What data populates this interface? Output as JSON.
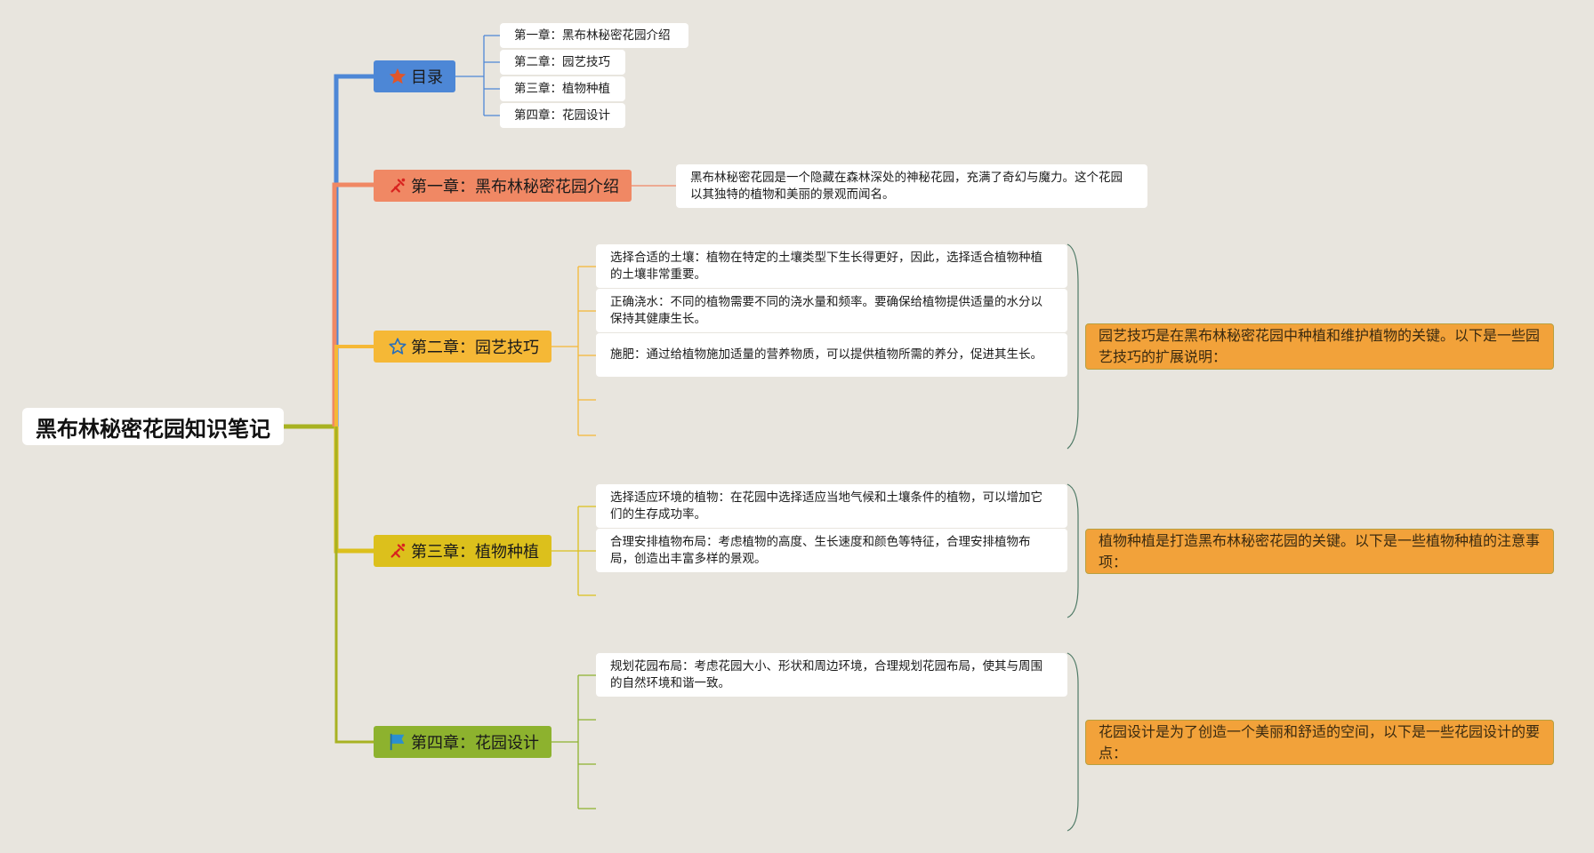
{
  "root": {
    "title": "黑布林秘密花园知识笔记"
  },
  "branches": {
    "toc": {
      "label": "目录",
      "color": "#4d87d6",
      "icon": "star-icon",
      "items": [
        "第一章：黑布林秘密花园介绍",
        "第二章：园艺技巧",
        "第三章：植物种植",
        "第四章：花园设计"
      ]
    },
    "ch1": {
      "label": "第一章：黑布林秘密花园介绍",
      "color": "#f08864",
      "icon": "tools-icon",
      "items": [
        "黑布林秘密花园是一个隐藏在森林深处的神秘花园，充满了奇幻与魔力。这个花园以其独特的植物和美丽的景观而闻名。"
      ]
    },
    "ch2": {
      "label": "第二章：园艺技巧",
      "color": "#f5b836",
      "icon": "star-outline-icon",
      "items": [
        "选择合适的土壤：植物在特定的土壤类型下生长得更好，因此，选择适合植物种植的土壤非常重要。",
        "正确浇水：不同的植物需要不同的浇水量和频率。要确保给植物提供适量的水分以保持其健康生长。",
        "施肥：通过给植物施加适量的营养物质，可以提供植物所需的养分，促进其生长。"
      ],
      "summary": "园艺技巧是在黑布林秘密花园中种植和维护植物的关键。以下是一些园艺技巧的扩展说明："
    },
    "ch3": {
      "label": "第三章：植物种植",
      "color": "#dcc01c",
      "icon": "tools-icon",
      "items": [
        "选择适应环境的植物：在花园中选择适应当地气候和土壤条件的植物，可以增加它们的生存成功率。",
        "合理安排植物布局：考虑植物的高度、生长速度和颜色等特征，合理安排植物布局，创造出丰富多样的景观。"
      ],
      "summary": "植物种植是打造黑布林秘密花园的关键。以下是一些植物种植的注意事项："
    },
    "ch4": {
      "label": "第四章：花园设计",
      "color": "#8db22e",
      "icon": "flag-icon",
      "items": [
        "规划花园布局：考虑花园大小、形状和周边环境，合理规划花园布局，使其与周围的自然环境和谐一致。"
      ],
      "summary": "花园设计是为了创造一个美丽和舒适的空间，以下是一些花园设计的要点："
    }
  }
}
